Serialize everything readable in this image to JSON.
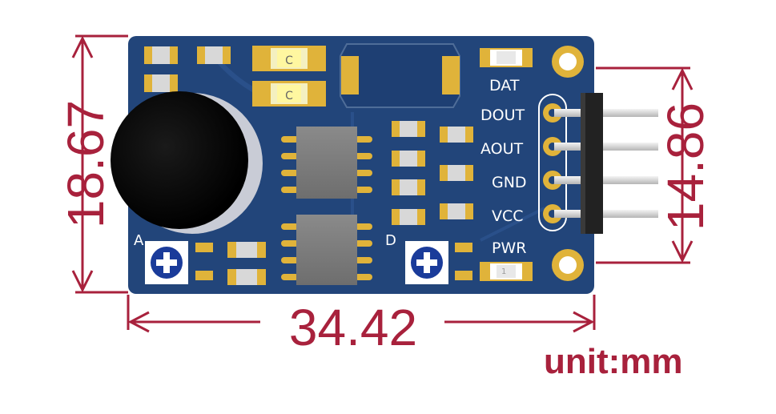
{
  "dimensions": {
    "height": "18.67",
    "width": "34.42",
    "pin_span": "14.86",
    "unit": "unit:mm"
  },
  "board": {
    "led_label": "C",
    "pins": [
      "DOUT",
      "AOUT",
      "GND",
      "VCC"
    ],
    "dat_label": "DAT",
    "pwr_label": "PWR",
    "pot_a_label": "A",
    "pot_d_label": "D",
    "pwr_pin1": "1"
  },
  "colors": {
    "dimension": "#a8213c",
    "pcb": "#22457a",
    "pad": "#e0b33a",
    "silkscreen": "#ffffff"
  }
}
